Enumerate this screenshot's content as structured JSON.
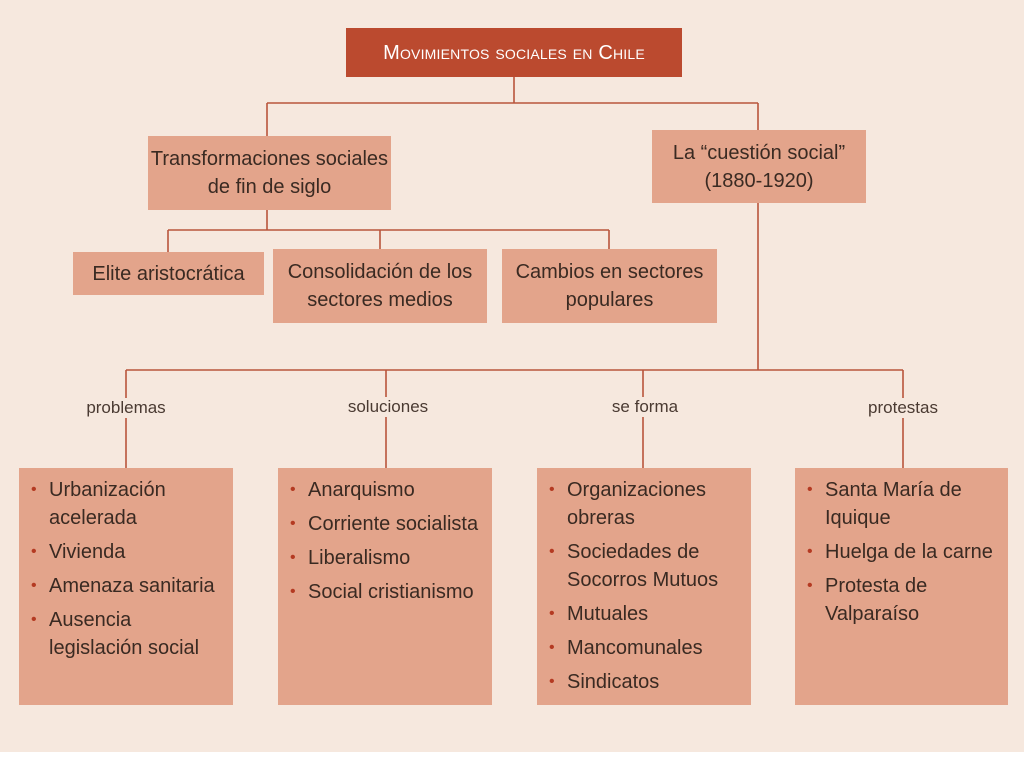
{
  "diagram": {
    "root": "Movimientos sociales en Chile",
    "left_branch": "Transformaciones sociales de fin de siglo",
    "right_branch": "La “cuestión social” (1880-1920)",
    "sub_nodes": [
      "Elite aristocrática",
      "Consolidación de los sectores medios",
      "Cambios en sectores populares"
    ],
    "edge_labels": [
      "problemas",
      "soluciones",
      "se forma",
      "protestas"
    ],
    "lists": [
      {
        "items": [
          "Urbanización acelerada",
          "Vivienda",
          "Amenaza sanitaria",
          "Ausencia legislación social"
        ]
      },
      {
        "items": [
          "Anarquismo",
          "Corriente socialista",
          "Liberalismo",
          "Social cristianismo"
        ]
      },
      {
        "items": [
          "Organizaciones obreras",
          "Sociedades de Socorros Mutuos",
          "Mutuales",
          "Mancomunales",
          "Sindicatos"
        ]
      },
      {
        "items": [
          "Santa María de Iquique",
          "Huelga de la carne",
          "Protesta de Valparaíso"
        ]
      }
    ],
    "colors": {
      "title_fill": "#bb4a2f",
      "node_fill": "#e3a48b",
      "connector": "#b9553c",
      "bullet": "#b43a22",
      "background": "#f6e8de"
    }
  }
}
